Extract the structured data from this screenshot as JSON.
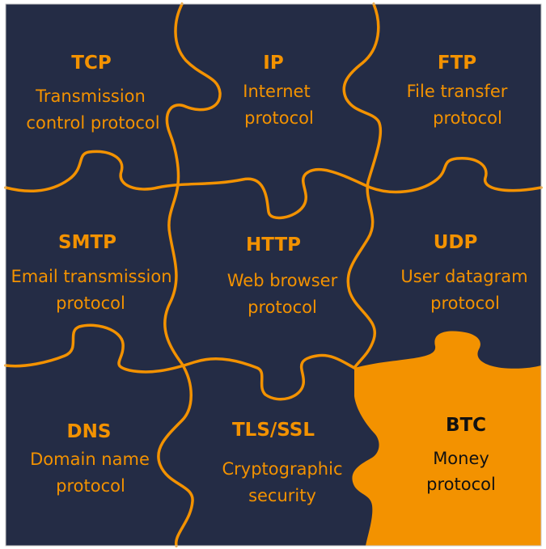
{
  "colors": {
    "background": "#242c45",
    "accent": "#f39200",
    "highlight_text": "#111111",
    "frame": "#c9c9c9"
  },
  "pieces": {
    "tcp": {
      "title": "TCP",
      "lines": [
        "Transmission",
        "control protocol"
      ]
    },
    "ip": {
      "title": "IP",
      "lines": [
        "Internet",
        "protocol"
      ]
    },
    "ftp": {
      "title": "FTP",
      "lines": [
        "File transfer",
        "protocol"
      ]
    },
    "smtp": {
      "title": "SMTP",
      "lines": [
        "Email transmission",
        "protocol"
      ]
    },
    "http": {
      "title": "HTTP",
      "lines": [
        "Web browser",
        "protocol"
      ]
    },
    "udp": {
      "title": "UDP",
      "lines": [
        "User datagram",
        "protocol"
      ]
    },
    "dns": {
      "title": "DNS",
      "lines": [
        "Domain name",
        "protocol"
      ]
    },
    "tls": {
      "title": "TLS/SSL",
      "lines": [
        "Cryptographic",
        "security"
      ]
    },
    "btc": {
      "title": "BTC",
      "lines": [
        "Money",
        "protocol"
      ]
    }
  }
}
